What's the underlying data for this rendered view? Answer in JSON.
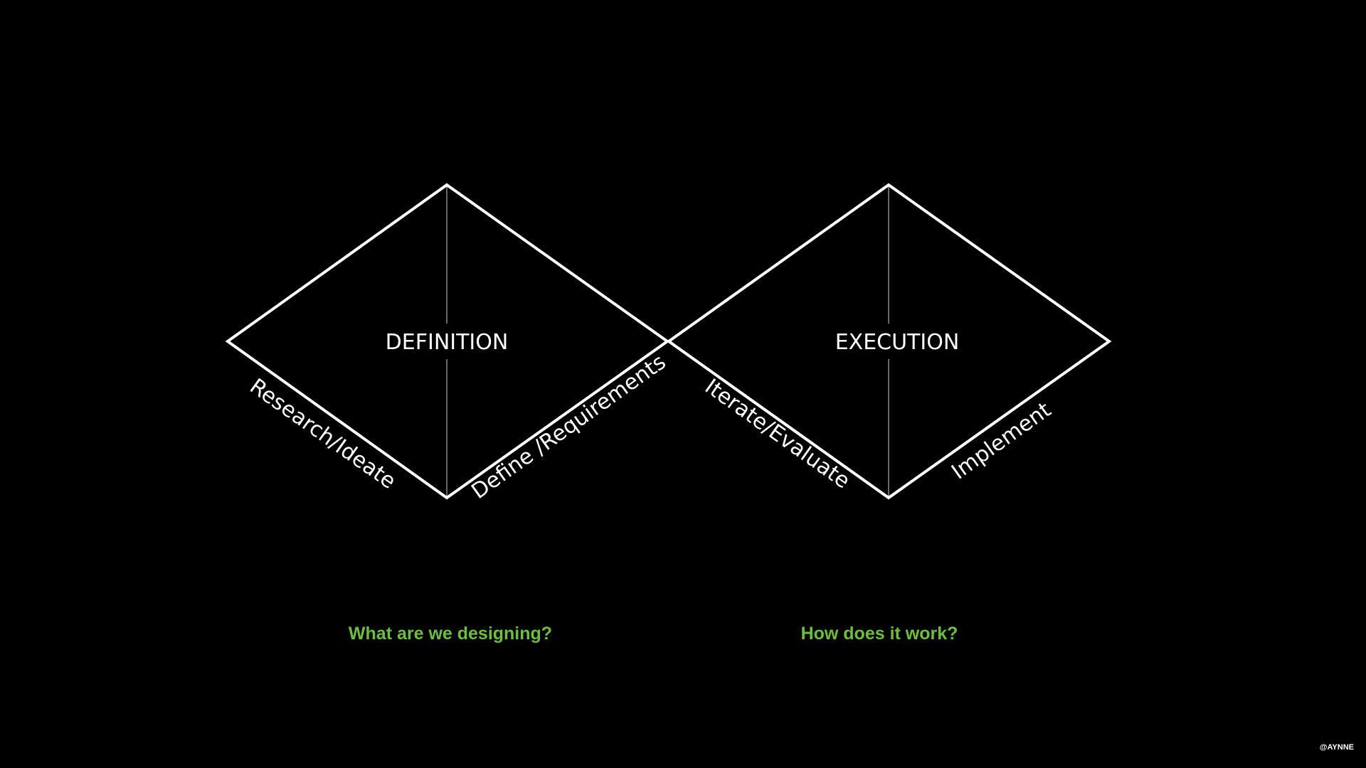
{
  "background_color": "#000000",
  "line_color": "#ffffff",
  "divider_color": "#8a8a8a",
  "accent_color": "#6cbf3c",
  "phases": [
    {
      "title": "DEFINITION",
      "question": "What are we designing?",
      "edge_labels": [
        "Research/Ideate",
        "Define /Requirements"
      ]
    },
    {
      "title": "EXECUTION",
      "question": "How does it work?",
      "edge_labels": [
        "Iterate/Evaluate",
        "Implement"
      ]
    }
  ],
  "credit": "@AYNNE"
}
